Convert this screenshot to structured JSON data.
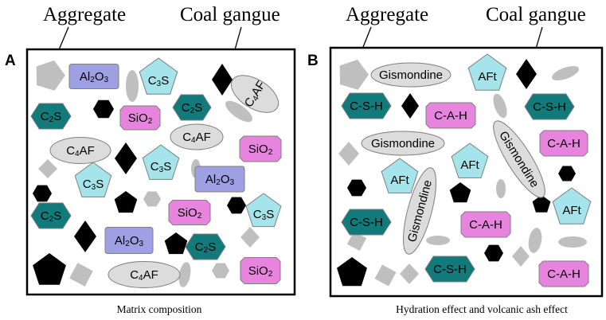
{
  "panels": [
    {
      "letter": "A",
      "aggregate_label": "Aggregate",
      "gangue_label": "Coal gangue",
      "caption": "Matrix composition",
      "items": [
        {
          "text": "Al2O3",
          "shape": "rect",
          "fill": "#9f9fe4"
        },
        {
          "text": "C3S",
          "shape": "pentagon",
          "fill": "#a4e4ea"
        },
        {
          "text": "C4AF",
          "shape": "ellipse",
          "fill": "#dcdcdc"
        },
        {
          "text": "C2S",
          "shape": "hexagon",
          "fill": "#127a7a"
        },
        {
          "text": "SiO2",
          "shape": "octagon",
          "fill": "#e785de"
        },
        {
          "text": "C2S",
          "shape": "hexagon",
          "fill": "#127a7a"
        },
        {
          "text": "C4AF",
          "shape": "ellipse",
          "fill": "#dcdcdc"
        },
        {
          "text": "C4AF",
          "shape": "ellipse",
          "fill": "#dcdcdc"
        },
        {
          "text": "SiO2",
          "shape": "octagon",
          "fill": "#e785de"
        },
        {
          "text": "C3S",
          "shape": "pentagon",
          "fill": "#a4e4ea"
        },
        {
          "text": "Al2O3",
          "shape": "rect",
          "fill": "#9f9fe4"
        },
        {
          "text": "C3S",
          "shape": "pentagon",
          "fill": "#a4e4ea"
        },
        {
          "text": "SiO2",
          "shape": "octagon",
          "fill": "#e785de"
        },
        {
          "text": "C3S",
          "shape": "pentagon",
          "fill": "#a4e4ea"
        },
        {
          "text": "C2S",
          "shape": "hexagon",
          "fill": "#127a7a"
        },
        {
          "text": "Al2O3",
          "shape": "rect",
          "fill": "#9f9fe4"
        },
        {
          "text": "C2S",
          "shape": "hexagon",
          "fill": "#127a7a"
        },
        {
          "text": "C4AF",
          "shape": "ellipse",
          "fill": "#dcdcdc"
        },
        {
          "text": "SiO2",
          "shape": "octagon",
          "fill": "#e785de"
        }
      ]
    },
    {
      "letter": "B",
      "aggregate_label": "Aggregate",
      "gangue_label": "Coal gangue",
      "caption": "Hydration effect and volcanic ash effect",
      "items": [
        {
          "text": "Gismondine",
          "shape": "ellipse",
          "fill": "#dcdcdc"
        },
        {
          "text": "AFt",
          "shape": "pentagon",
          "fill": "#a4e4ea"
        },
        {
          "text": "C-S-H",
          "shape": "hexagon",
          "fill": "#127a7a"
        },
        {
          "text": "C-A-H",
          "shape": "octagon",
          "fill": "#e785de"
        },
        {
          "text": "C-S-H",
          "shape": "hexagon",
          "fill": "#127a7a"
        },
        {
          "text": "Gismondine",
          "shape": "ellipse",
          "fill": "#dcdcdc"
        },
        {
          "text": "Gismondine",
          "shape": "ellipse",
          "fill": "#dcdcdc"
        },
        {
          "text": "C-A-H",
          "shape": "octagon",
          "fill": "#e785de"
        },
        {
          "text": "AFt",
          "shape": "pentagon",
          "fill": "#a4e4ea"
        },
        {
          "text": "AFt",
          "shape": "pentagon",
          "fill": "#a4e4ea"
        },
        {
          "text": "Gismondine",
          "shape": "ellipse",
          "fill": "#dcdcdc"
        },
        {
          "text": "AFt",
          "shape": "pentagon",
          "fill": "#a4e4ea"
        },
        {
          "text": "C-S-H",
          "shape": "hexagon",
          "fill": "#127a7a"
        },
        {
          "text": "C-A-H",
          "shape": "octagon",
          "fill": "#e785de"
        },
        {
          "text": "C-S-H",
          "shape": "hexagon",
          "fill": "#127a7a"
        },
        {
          "text": "C-A-H",
          "shape": "octagon",
          "fill": "#e785de"
        }
      ]
    }
  ],
  "colors": {
    "aggregate": "#bfbfbf",
    "coal_gangue": "#000000",
    "border": "#000000",
    "particle_outline": "#7f7f7f"
  }
}
